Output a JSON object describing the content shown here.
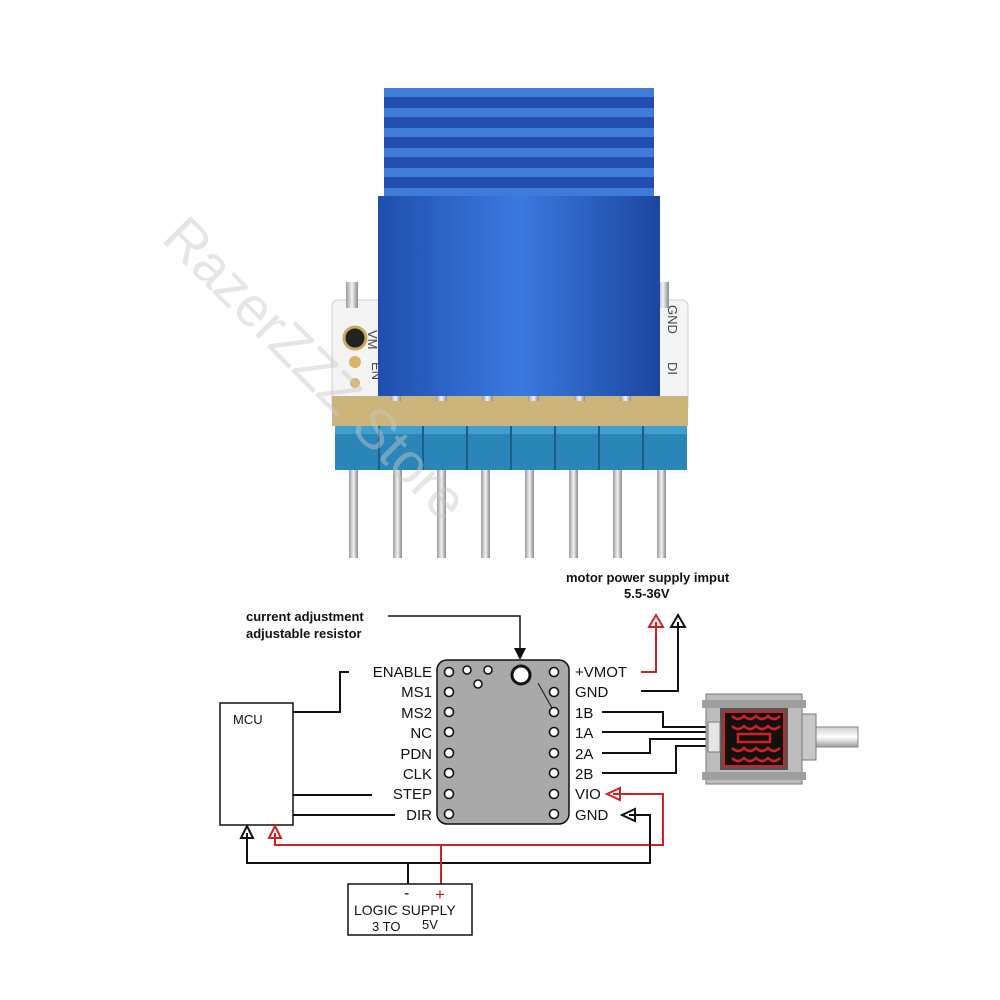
{
  "watermark": "RazerZZZ Store",
  "module": {
    "pcb_left_marks": [
      "VM",
      "EN"
    ],
    "pcb_right_marks": [
      "GND",
      "DI"
    ]
  },
  "callouts": {
    "current_adjust_line1": "current adjustment",
    "current_adjust_line2": "adjustable resistor",
    "motor_supply_line1": "motor power supply imput",
    "motor_supply_line2": "5.5-36V"
  },
  "mcu_label": "MCU",
  "left_pins": [
    "ENABLE",
    "MS1",
    "MS2",
    "NC",
    "PDN",
    "CLK",
    "STEP",
    "DIR"
  ],
  "right_pins": [
    "+VMOT",
    "GND",
    "1B",
    "1A",
    "2A",
    "2B",
    "VIO",
    "GND"
  ],
  "logic_supply": {
    "line1": "LOGIC SUPPLY",
    "line2a": "3 TO",
    "line2b": "5V",
    "minus": "-",
    "plus": "+"
  },
  "colors": {
    "heatsink": "#2a63c9",
    "header": "#2a86b8",
    "wire_red": "#d32020",
    "wire_black": "#111111",
    "board_gray": "#a9a9a9"
  }
}
